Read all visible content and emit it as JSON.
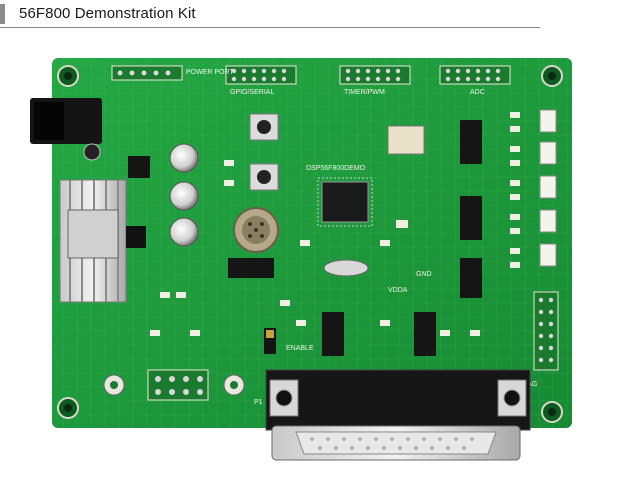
{
  "header": {
    "title": "56F800 Demonstration Kit",
    "accent_color": "#8c8c8c"
  },
  "board": {
    "pcb_color": "#1f9a3a",
    "labels": {
      "power_port": "POWER PORT",
      "gpio_serial": "GPIO/SERIAL",
      "timer_pwm": "TIMER/PWM",
      "adc": "ADC",
      "demo_name": "DSP56F800DEMO",
      "jtag": "JTAG",
      "enable": "ENABLE",
      "vdda": "VDDA",
      "gnd": "GND",
      "p1": "P1"
    }
  }
}
